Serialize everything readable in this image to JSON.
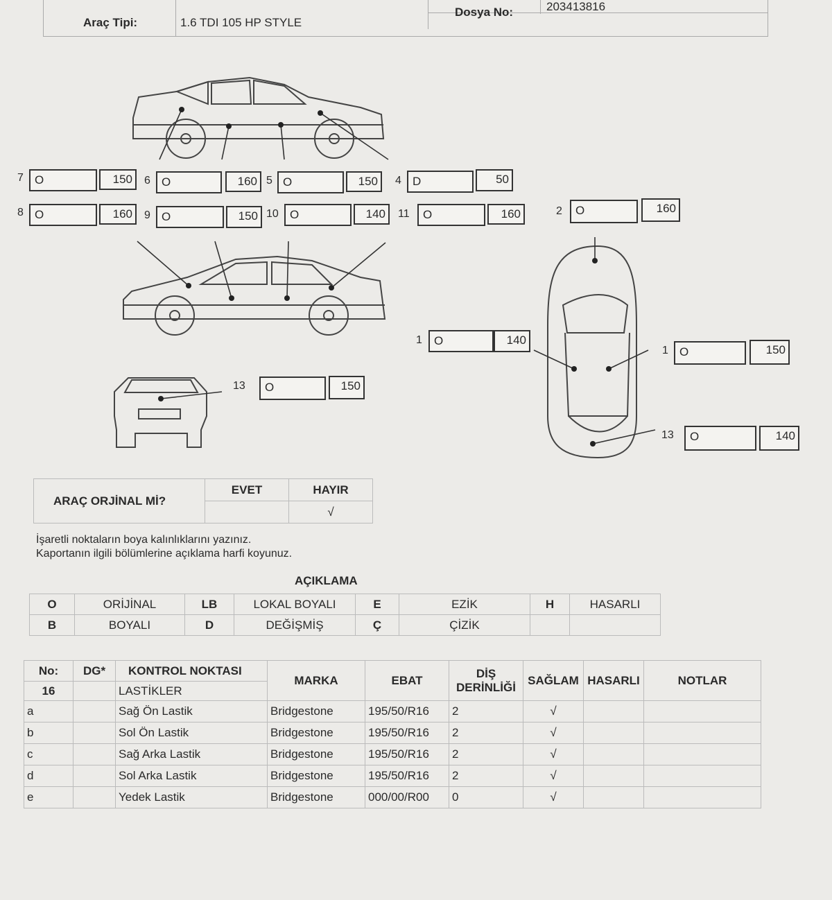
{
  "header": {
    "vehicle_type_label": "Araç Tipi:",
    "vehicle_type_value": "1.6 TDI 105 HP STYLE",
    "file_no_label": "Dosya No:",
    "file_no_value": "203413816"
  },
  "points": [
    {
      "no": "7",
      "code": "O",
      "value": "150"
    },
    {
      "no": "6",
      "code": "O",
      "value": "160"
    },
    {
      "no": "5",
      "code": "O",
      "value": "150"
    },
    {
      "no": "4",
      "code": "D",
      "value": "50"
    },
    {
      "no": "8",
      "code": "O",
      "value": "160"
    },
    {
      "no": "9",
      "code": "O",
      "value": "150"
    },
    {
      "no": "10",
      "code": "O",
      "value": "140"
    },
    {
      "no": "11",
      "code": "O",
      "value": "160"
    },
    {
      "no": "2",
      "code": "O",
      "value": "160"
    },
    {
      "no": "1",
      "code": "O",
      "value": "140"
    },
    {
      "no": "13",
      "code": "O",
      "value": "150"
    },
    {
      "no": "1",
      "code": "O",
      "value": "150"
    },
    {
      "no": "13",
      "code": "O",
      "value": "140"
    }
  ],
  "original": {
    "question": "ARAÇ ORJİNAL Mİ?",
    "yes_label": "EVET",
    "no_label": "HAYIR",
    "yes_value": "",
    "no_value": "√"
  },
  "instructions": [
    "İşaretli noktaların boya kalınlıklarını yazınız.",
    "Kaportanın ilgili bölümlerine açıklama harfi koyunuz."
  ],
  "legend": {
    "title": "AÇIKLAMA",
    "rows": [
      [
        "O",
        "ORİJİNAL",
        "LB",
        "LOKAL BOYALI",
        "E",
        "EZİK",
        "H",
        "HASARLI"
      ],
      [
        "B",
        "BOYALI",
        "D",
        "DEĞİŞMİŞ",
        "Ç",
        "ÇİZİK",
        "",
        ""
      ]
    ]
  },
  "tires": {
    "headers": {
      "no": "No:",
      "dg": "DG*",
      "control": "KONTROL NOKTASI",
      "brand": "MARKA",
      "size": "EBAT",
      "depth": "DİŞ DERİNLİĞİ",
      "good": "SAĞLAM",
      "damaged": "HASARLI",
      "notes": "NOTLAR"
    },
    "section_no": "16",
    "section_title": "LASTİKLER",
    "rows": [
      {
        "letter": "a",
        "name": "Sağ Ön Lastik",
        "brand": "Bridgestone",
        "size": "195/50/R16",
        "depth": "2",
        "good": "√",
        "damaged": "",
        "notes": ""
      },
      {
        "letter": "b",
        "name": "Sol Ön Lastik",
        "brand": "Bridgestone",
        "size": "195/50/R16",
        "depth": "2",
        "good": "√",
        "damaged": "",
        "notes": ""
      },
      {
        "letter": "c",
        "name": "Sağ Arka Lastik",
        "brand": "Bridgestone",
        "size": "195/50/R16",
        "depth": "2",
        "good": "√",
        "damaged": "",
        "notes": ""
      },
      {
        "letter": "d",
        "name": "Sol Arka Lastik",
        "brand": "Bridgestone",
        "size": "195/50/R16",
        "depth": "2",
        "good": "√",
        "damaged": "",
        "notes": ""
      },
      {
        "letter": "e",
        "name": "Yedek Lastik",
        "brand": "Bridgestone",
        "size": "000/00/R00",
        "depth": "0",
        "good": "√",
        "damaged": "",
        "notes": ""
      }
    ]
  }
}
